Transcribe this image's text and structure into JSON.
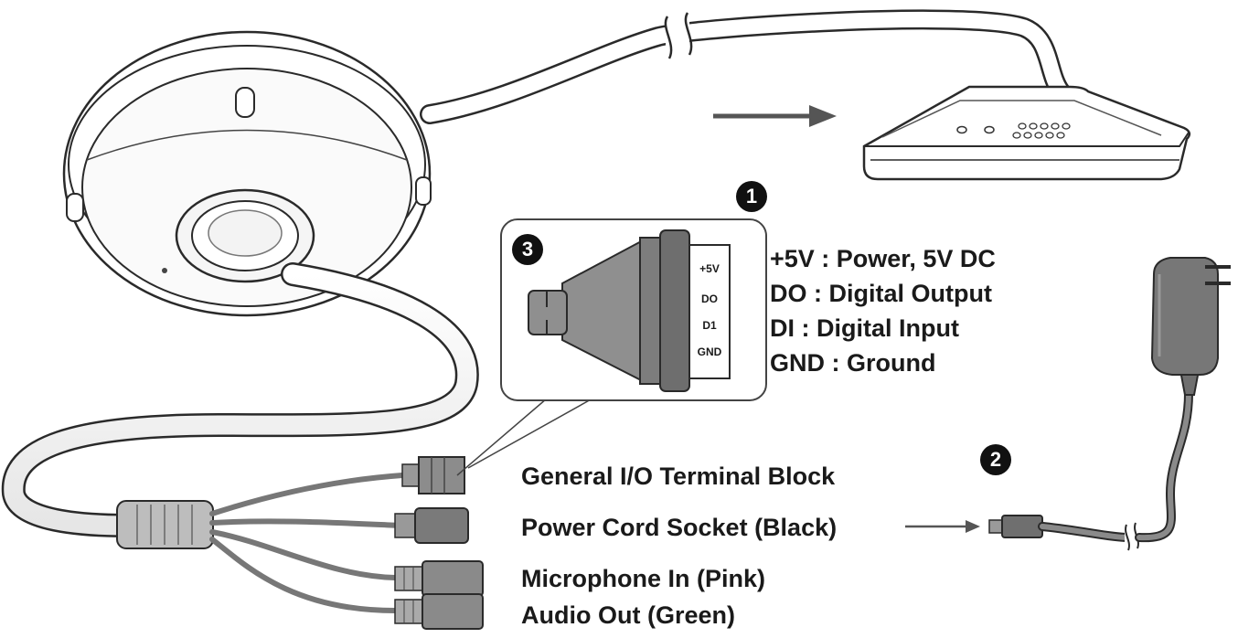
{
  "badges": {
    "one": "1",
    "two": "2",
    "three": "3"
  },
  "terminal_pins": [
    "+5V",
    "DO",
    "D1",
    "GND"
  ],
  "legend": [
    "+5V : Power, 5V DC",
    "DO : Digital Output",
    "DI : Digital Input",
    "GND : Ground"
  ],
  "connectors": [
    "General I/O Terminal Block",
    "Power Cord Socket (Black)",
    "Microphone In (Pink)",
    "Audio Out (Green)"
  ]
}
